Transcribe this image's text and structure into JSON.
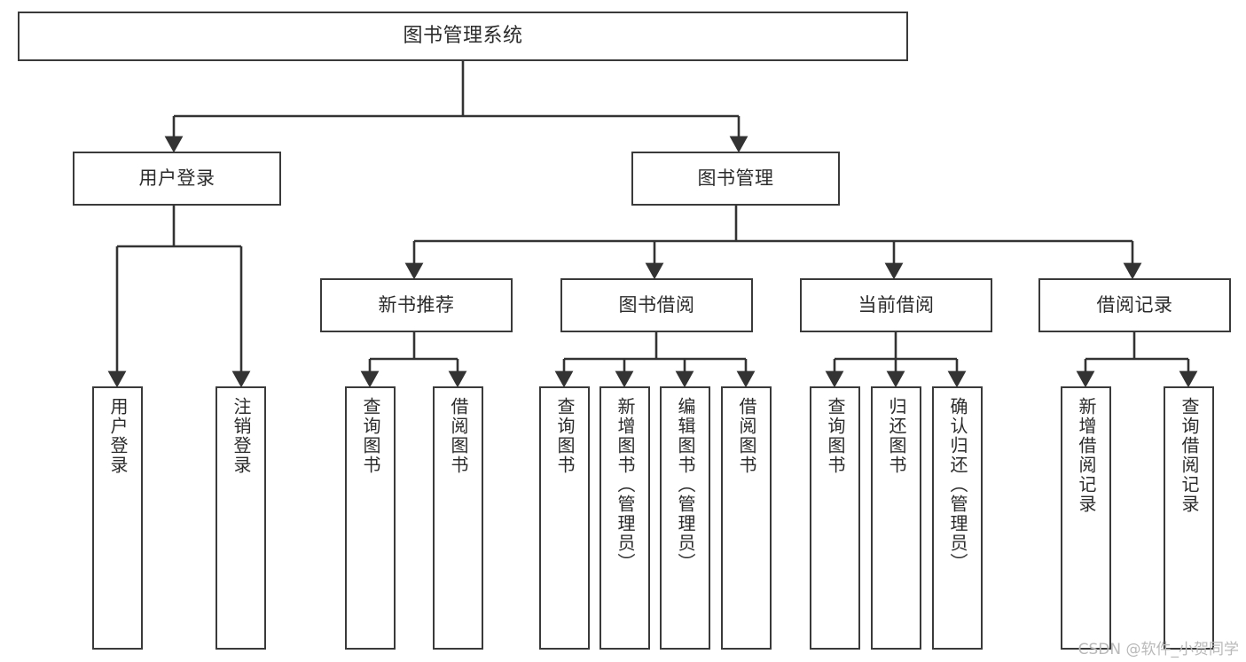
{
  "diagram": {
    "title": "图书管理系统",
    "type": "tree",
    "watermark": "CSDN @软件_小贺同学",
    "colors": {
      "border": "#3a3a3a",
      "text": "#2b2b2b",
      "edge": "#333333",
      "background": "#ffffff",
      "watermark": "#b9b9b9"
    },
    "nodes": {
      "root": {
        "label": "图书管理系统"
      },
      "level2": [
        {
          "id": "user-login",
          "label": "用户登录"
        },
        {
          "id": "book-manage",
          "label": "图书管理"
        }
      ],
      "level3": [
        {
          "id": "new-book-recommend",
          "label": "新书推荐"
        },
        {
          "id": "book-borrow",
          "label": "图书借阅"
        },
        {
          "id": "current-borrow",
          "label": "当前借阅"
        },
        {
          "id": "borrow-record",
          "label": "借阅记录"
        }
      ],
      "leaves": {
        "user-login": [
          {
            "id": "leaf-user-login",
            "label": "用户登录"
          },
          {
            "id": "leaf-logout",
            "label": "注销登录"
          }
        ],
        "new-book-recommend": [
          {
            "id": "leaf-query-book-1",
            "label": "查询图书"
          },
          {
            "id": "leaf-borrow-book-1",
            "label": "借阅图书"
          }
        ],
        "book-borrow": [
          {
            "id": "leaf-query-book-2",
            "label": "查询图书"
          },
          {
            "id": "leaf-add-book",
            "label": "新增图书（管理员）"
          },
          {
            "id": "leaf-edit-book",
            "label": "编辑图书（管理员）"
          },
          {
            "id": "leaf-borrow-book-2",
            "label": "借阅图书"
          }
        ],
        "current-borrow": [
          {
            "id": "leaf-query-book-3",
            "label": "查询图书"
          },
          {
            "id": "leaf-return-book",
            "label": "归还图书"
          },
          {
            "id": "leaf-confirm-return",
            "label": "确认归还（管理员）"
          }
        ],
        "borrow-record": [
          {
            "id": "leaf-add-record",
            "label": "新增借阅记录"
          },
          {
            "id": "leaf-query-record",
            "label": "查询借阅记录"
          }
        ]
      }
    }
  }
}
